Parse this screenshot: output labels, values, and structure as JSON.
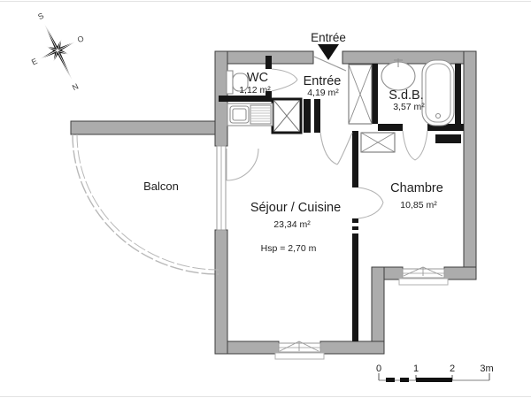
{
  "plan": {
    "entrance_label": "Entrée",
    "compass": {
      "s": "S",
      "o": "O",
      "e": "E",
      "n": "N"
    },
    "rooms": {
      "wc": {
        "name": "WC",
        "area": "1,12 m²"
      },
      "entree": {
        "name": "Entrée",
        "area": "4,19 m²"
      },
      "sdb": {
        "name": "S.d.B.",
        "area": "3,57 m²"
      },
      "balcon": {
        "name": "Balcon"
      },
      "sejour": {
        "name": "Séjour / Cuisine",
        "area": "23,34 m²",
        "ceiling": "Hsp = 2,70 m"
      },
      "chambre": {
        "name": "Chambre",
        "area": "10,85 m²"
      }
    },
    "scale": {
      "t0": "0",
      "t1": "1",
      "t2": "2",
      "t3": "3m"
    },
    "colors": {
      "wall_fill": "#acacac",
      "wall_stroke": "#3d3d3d",
      "partition": "#161616",
      "door": "#b3b3b3",
      "fixture": "#8f8f8f",
      "text": "#1e1e1e"
    }
  }
}
